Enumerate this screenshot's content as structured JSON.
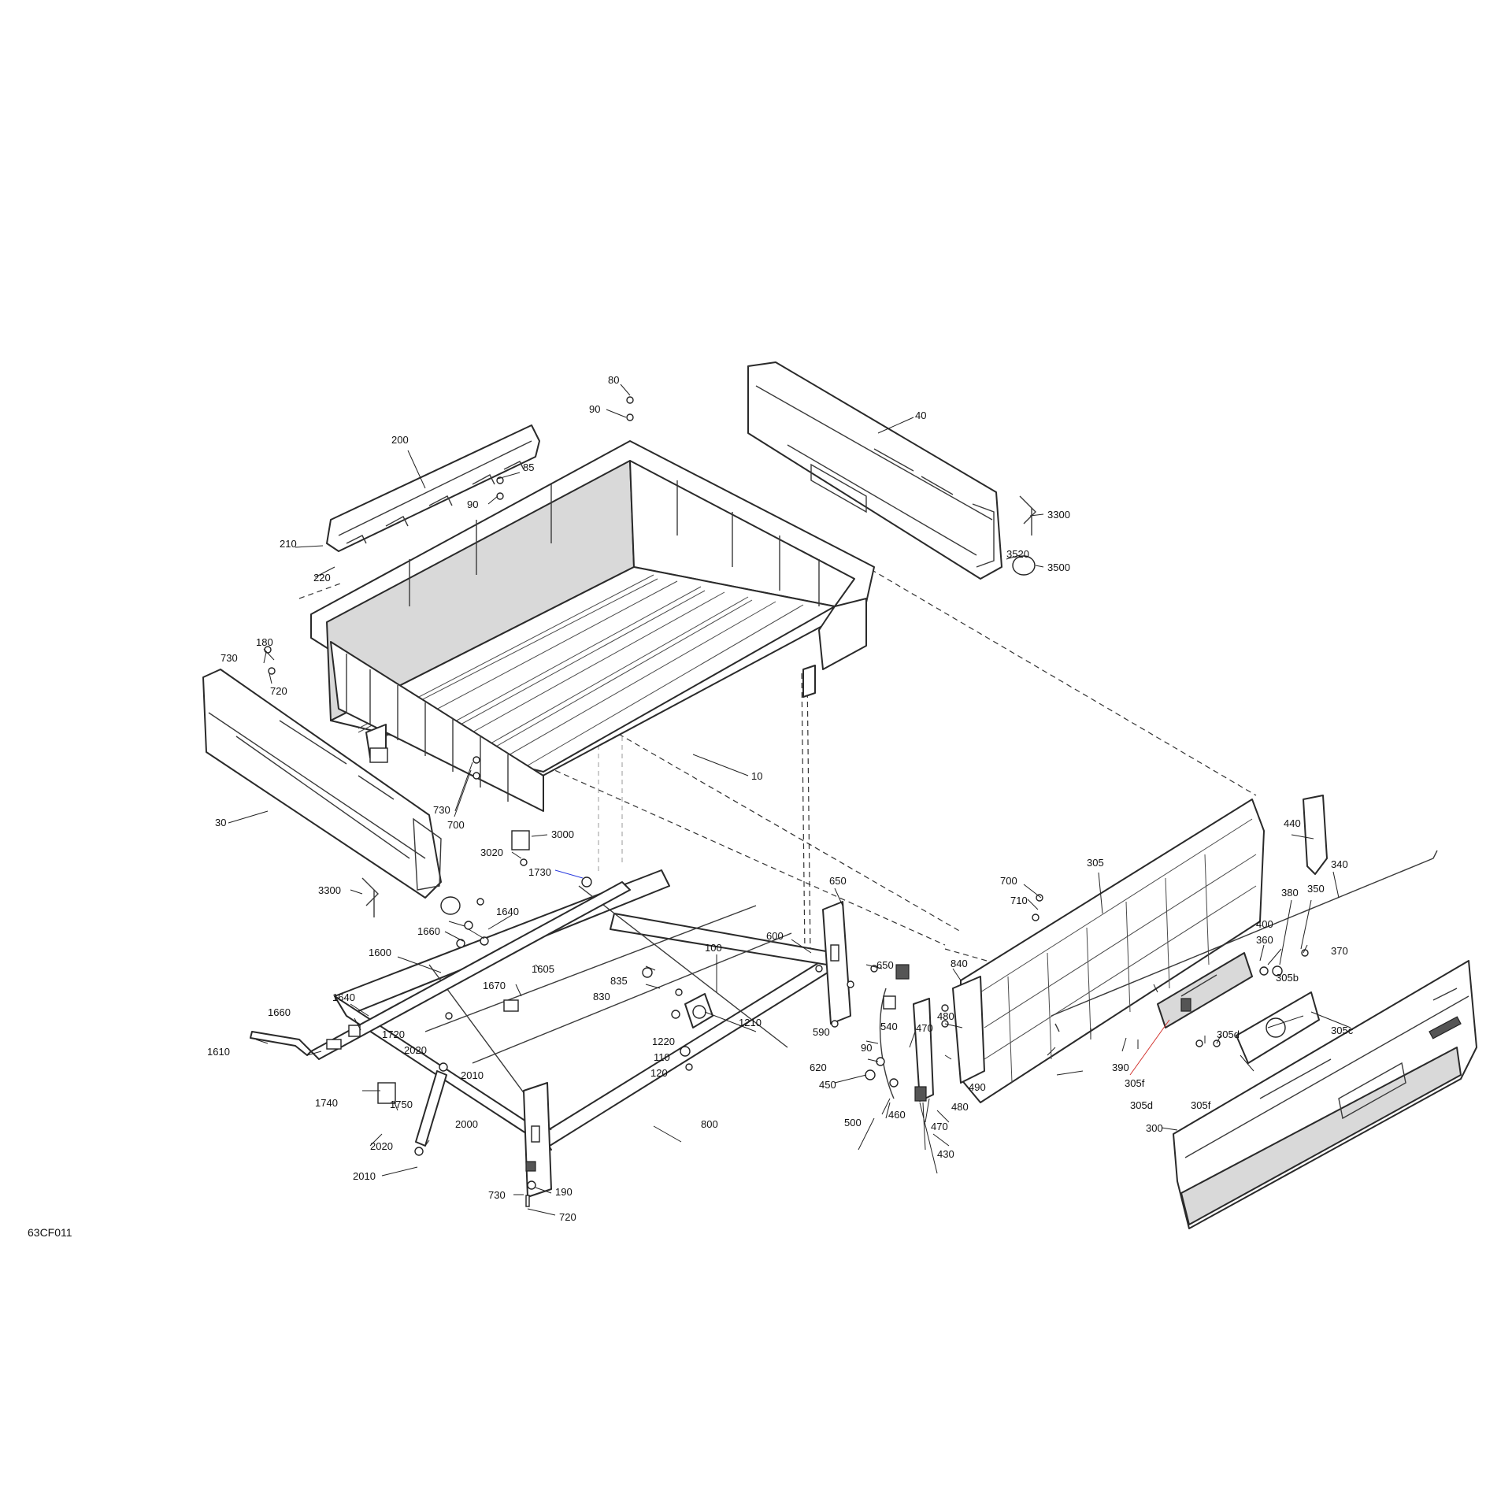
{
  "figure_id": "63CF011",
  "labels": [
    {
      "id": "l80",
      "text": "80"
    },
    {
      "id": "l90a",
      "text": "90"
    },
    {
      "id": "l200",
      "text": "200"
    },
    {
      "id": "l85",
      "text": "85"
    },
    {
      "id": "l90b",
      "text": "90"
    },
    {
      "id": "l40",
      "text": "40"
    },
    {
      "id": "l3300a",
      "text": "3300"
    },
    {
      "id": "l3520",
      "text": "3520"
    },
    {
      "id": "l3500",
      "text": "3500"
    },
    {
      "id": "l210",
      "text": "210"
    },
    {
      "id": "l220",
      "text": "220"
    },
    {
      "id": "l180",
      "text": "180"
    },
    {
      "id": "l730a",
      "text": "730"
    },
    {
      "id": "l720a",
      "text": "720"
    },
    {
      "id": "l10",
      "text": "10"
    },
    {
      "id": "l730b",
      "text": "730"
    },
    {
      "id": "l700a",
      "text": "700"
    },
    {
      "id": "l30",
      "text": "30"
    },
    {
      "id": "l3000",
      "text": "3000"
    },
    {
      "id": "l3020",
      "text": "3020"
    },
    {
      "id": "l440",
      "text": "440"
    },
    {
      "id": "l1730",
      "text": "1730"
    },
    {
      "id": "l3300b",
      "text": "3300"
    },
    {
      "id": "l1640a",
      "text": "1640"
    },
    {
      "id": "l1660a",
      "text": "1660"
    },
    {
      "id": "l650a",
      "text": "650"
    },
    {
      "id": "l305",
      "text": "305"
    },
    {
      "id": "l340",
      "text": "340"
    },
    {
      "id": "l700b",
      "text": "700"
    },
    {
      "id": "l710",
      "text": "710"
    },
    {
      "id": "l380",
      "text": "380"
    },
    {
      "id": "l350",
      "text": "350"
    },
    {
      "id": "l1600",
      "text": "1600"
    },
    {
      "id": "l100",
      "text": "100"
    },
    {
      "id": "l600",
      "text": "600"
    },
    {
      "id": "l400",
      "text": "400"
    },
    {
      "id": "l360",
      "text": "360"
    },
    {
      "id": "l370",
      "text": "370"
    },
    {
      "id": "l1605",
      "text": "1605"
    },
    {
      "id": "l650b",
      "text": "650"
    },
    {
      "id": "l840",
      "text": "840"
    },
    {
      "id": "l1670",
      "text": "1670"
    },
    {
      "id": "l835",
      "text": "835"
    },
    {
      "id": "l305b",
      "text": "305b"
    },
    {
      "id": "l830",
      "text": "830"
    },
    {
      "id": "l1640b",
      "text": "1640"
    },
    {
      "id": "l1660b",
      "text": "1660"
    },
    {
      "id": "l1210",
      "text": "1210"
    },
    {
      "id": "l480a",
      "text": "480"
    },
    {
      "id": "l470a",
      "text": "470"
    },
    {
      "id": "l305c",
      "text": "305c"
    },
    {
      "id": "l1720",
      "text": "1720"
    },
    {
      "id": "l540",
      "text": "540"
    },
    {
      "id": "l390",
      "text": "390"
    },
    {
      "id": "l305da",
      "text": "305d"
    },
    {
      "id": "l590",
      "text": "590"
    },
    {
      "id": "l1220",
      "text": "1220"
    },
    {
      "id": "l1610",
      "text": "1610"
    },
    {
      "id": "l2020a",
      "text": "2020"
    },
    {
      "id": "l90c",
      "text": "90"
    },
    {
      "id": "l110",
      "text": "110"
    },
    {
      "id": "l305fa",
      "text": "305f"
    },
    {
      "id": "l305db",
      "text": "305d"
    },
    {
      "id": "l305fb",
      "text": "305f"
    },
    {
      "id": "l620",
      "text": "620"
    },
    {
      "id": "l120",
      "text": "120"
    },
    {
      "id": "l2010a",
      "text": "2010"
    },
    {
      "id": "l490",
      "text": "490"
    },
    {
      "id": "l450",
      "text": "450"
    },
    {
      "id": "l1740",
      "text": "1740"
    },
    {
      "id": "l1750",
      "text": "1750"
    },
    {
      "id": "l480b",
      "text": "480"
    },
    {
      "id": "l460",
      "text": "460"
    },
    {
      "id": "l500",
      "text": "500"
    },
    {
      "id": "l2000",
      "text": "2000"
    },
    {
      "id": "l800",
      "text": "800"
    },
    {
      "id": "l470b",
      "text": "470"
    },
    {
      "id": "l300",
      "text": "300"
    },
    {
      "id": "l2020b",
      "text": "2020"
    },
    {
      "id": "l430",
      "text": "430"
    },
    {
      "id": "l2010b",
      "text": "2010"
    },
    {
      "id": "l190",
      "text": "190"
    },
    {
      "id": "l730c",
      "text": "730"
    },
    {
      "id": "l720b",
      "text": "720"
    }
  ]
}
